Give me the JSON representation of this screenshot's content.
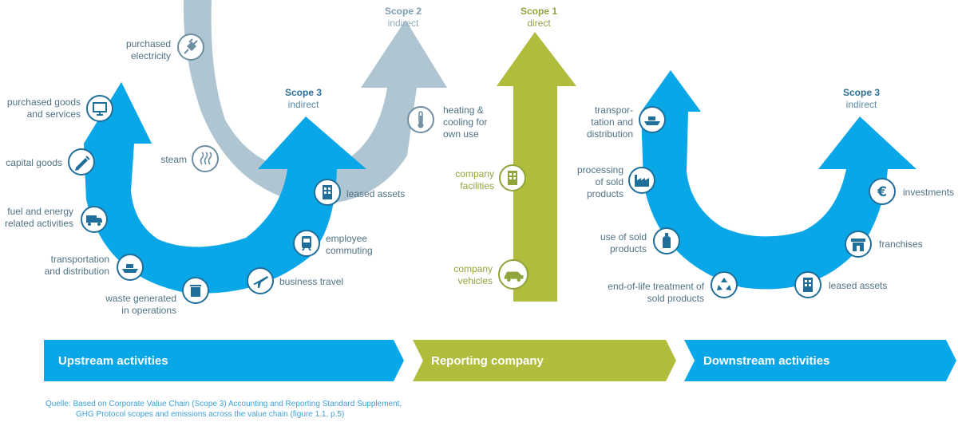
{
  "scopes": {
    "scope2": {
      "title": "Scope 2",
      "sub": "indirect"
    },
    "scope1": {
      "title": "Scope 1",
      "sub": "direct"
    },
    "scope3_up": {
      "title": "Scope 3",
      "sub": "indirect"
    },
    "scope3_down": {
      "title": "Scope 3",
      "sub": "indirect"
    }
  },
  "upstream": {
    "purchased_goods": [
      "purchased goods",
      "and services"
    ],
    "capital_goods": "capital goods",
    "fuel_energy": [
      "fuel and energy",
      "related activities"
    ],
    "transport": [
      "transportation",
      "and distribution"
    ],
    "waste": [
      "waste generated",
      "in operations"
    ],
    "business_travel": "business travel",
    "employee_commuting": [
      "employee",
      "commuting"
    ],
    "leased_assets": "leased assets"
  },
  "scope2_items": {
    "purchased_electricity": [
      "purchased",
      "electricity"
    ],
    "steam": "steam",
    "heating": [
      "heating &",
      "cooling for",
      "own use"
    ]
  },
  "scope1_items": {
    "facilities": [
      "company",
      "facilities"
    ],
    "vehicles": [
      "company",
      "vehicles"
    ]
  },
  "downstream": {
    "transport": [
      "transpor-",
      "tation and",
      "distribution"
    ],
    "processing": [
      "processing",
      "of sold",
      "products"
    ],
    "use": [
      "use of sold",
      "products"
    ],
    "end_of_life": [
      "end-of-life treatment of",
      "sold products"
    ],
    "leased_assets": "leased assets",
    "franchises": "franchises",
    "investments": "investments"
  },
  "bars": {
    "upstream": "Upstream activities",
    "reporting": "Reporting company",
    "downstream": "Downstream activities"
  },
  "source": [
    "Quelle: Based on Corporate Value Chain (Scope 3) Accounting and Reporting Standard Supplement,",
    "GHG Protocol scopes and emissions across the value chain (figure 1.1, p.5)"
  ],
  "colors": {
    "blue": "#0aa7e8",
    "gray_blue": "#b0c5d2",
    "green": "#b0bd3c",
    "icon_stroke": "#1f6f9a"
  }
}
